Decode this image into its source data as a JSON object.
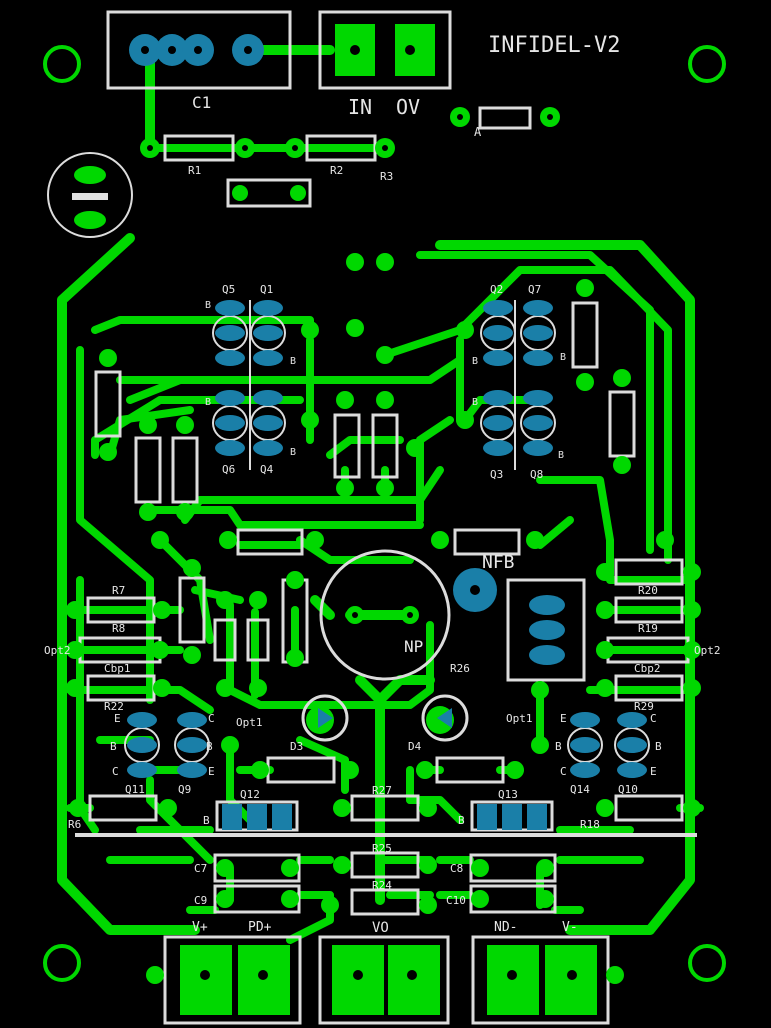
{
  "board": {
    "title": "INFIDEL-V2",
    "colors": {
      "background": "#000000",
      "copper": "#00d800",
      "silkscreen": "#e0e0e0",
      "pad": "#1a7fa8"
    }
  },
  "top_connectors": {
    "c1": "C1",
    "in": "IN",
    "ov": "OV"
  },
  "resistors_top": {
    "r1": "R1",
    "r2": "R2",
    "r3": "R3"
  },
  "diode_label": "A",
  "transistors": {
    "q1": "Q1",
    "q2": "Q2",
    "q3": "Q3",
    "q4": "Q4",
    "q5": "Q5",
    "q6": "Q6",
    "q7": "Q7",
    "q8": "Q8",
    "q9": "Q9",
    "q10": "Q10",
    "q11": "Q11",
    "q12": "Q12",
    "q13": "Q13",
    "q14": "Q14"
  },
  "pin_labels": {
    "b": "B",
    "c": "C",
    "e": "E"
  },
  "mid_labels": {
    "nfb": "NFB",
    "np": "NP",
    "r7": "R7",
    "r8": "R8",
    "r20": "R20",
    "r19": "R19",
    "cbp1": "Cbp1",
    "cbp2": "Cbp2",
    "opt2_l": "Opt2",
    "opt2_r": "Opt2",
    "r22": "R22",
    "r29": "R29",
    "r26": "R26",
    "opt1_l": "Opt1",
    "opt1_r": "Opt1",
    "d3": "D3",
    "d4": "D4",
    "r27": "R27",
    "r6": "R6",
    "r18": "R18"
  },
  "bottom_labels": {
    "c7": "C7",
    "c9": "C9",
    "c8": "C8",
    "c10": "C10",
    "r25": "R25",
    "r24": "R24"
  },
  "bottom_connectors": {
    "vplus": "V+",
    "pd": "PD+",
    "vo": "VO",
    "nd": "ND-",
    "vminus": "V-"
  }
}
